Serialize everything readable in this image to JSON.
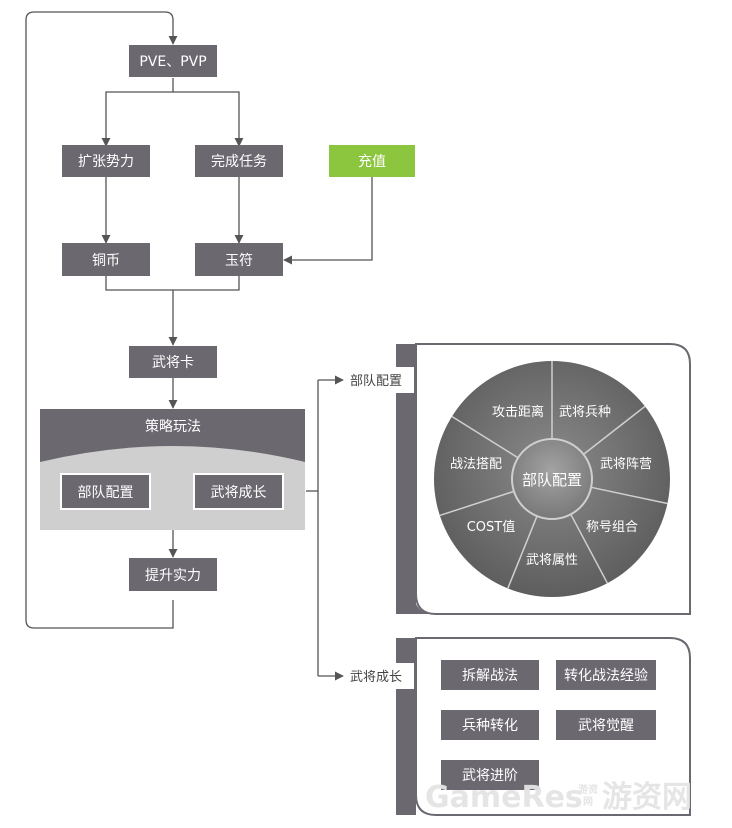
{
  "nodes": {
    "pve_pvp": "PVE、PVP",
    "expand_power": "扩张势力",
    "complete_tasks": "完成任务",
    "recharge": "充值",
    "copper": "铜币",
    "jade": "玉符",
    "general_card": "武将卡",
    "strategy": "策略玩法",
    "squad_config": "部队配置",
    "general_growth": "武将成长",
    "improve_strength": "提升实力"
  },
  "side_labels": {
    "squad_config": "部队配置",
    "general_growth": "武将成长"
  },
  "wheel": {
    "center": "部队配置",
    "segments": [
      "攻击距离",
      "武将兵种",
      "武将阵营",
      "称号组合",
      "武将属性",
      "COST值",
      "战法搭配"
    ]
  },
  "growth_items": [
    "拆解战法",
    "转化战法经验",
    "兵种转化",
    "武将觉醒",
    "武将进阶"
  ],
  "watermark": {
    "brand": "GameRes",
    "small_top": "游资",
    "small_bottom": "网",
    "cn": "游资网"
  },
  "colors": {
    "node": "#6b6870",
    "accent_green": "#8cc63e",
    "panel_gray": "#cfcfcf",
    "wheel_dark": "#6e6e6e",
    "wheel_center": "#8a8a8a"
  }
}
